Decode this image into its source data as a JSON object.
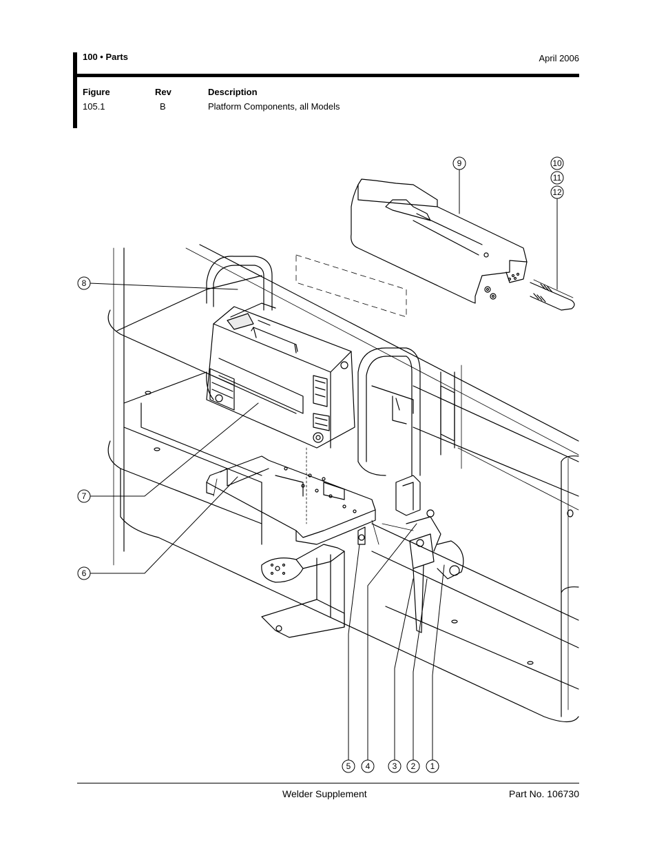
{
  "header": {
    "section": "100 • Parts",
    "date": "April 2006"
  },
  "table": {
    "columns": [
      "Figure",
      "Rev",
      "Description"
    ],
    "row": {
      "figure": "105.1",
      "rev": "B",
      "description": "Platform Components, all Models"
    }
  },
  "callouts": [
    "1",
    "2",
    "3",
    "4",
    "5",
    "6",
    "7",
    "8",
    "9",
    "10",
    "11",
    "12"
  ],
  "footer": {
    "title": "Welder Supplement",
    "part_no": "Part No. 106730"
  }
}
